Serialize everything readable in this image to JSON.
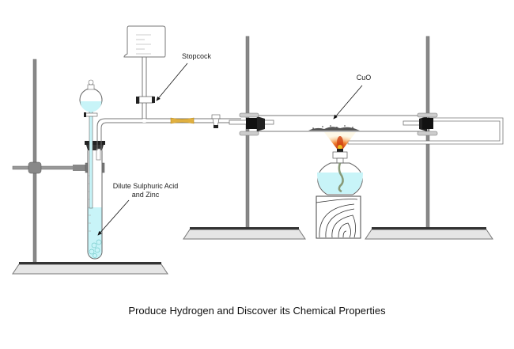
{
  "diagram": {
    "title": "Produce Hydrogen and Discover its Chemical Properties",
    "labels": {
      "stopcock": "Stopcock",
      "acid_line1": "Dilute Sulphuric Acid",
      "acid_line2": "and Zinc",
      "cuo": "CuO"
    },
    "colors": {
      "liquid": "#c8f4f8",
      "rubber_tube": "#e0b040",
      "stand_metal": "#8a8a8a",
      "flame": "#e07020"
    }
  }
}
